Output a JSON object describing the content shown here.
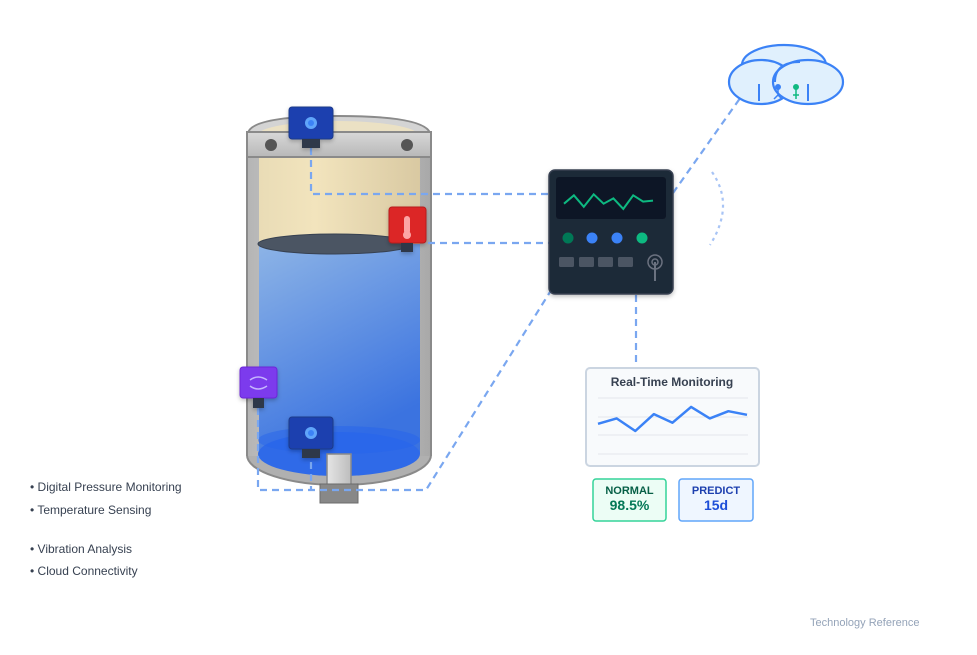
{
  "features": [
    "• Digital Pressure Monitoring",
    "• Temperature Sensing",
    "• Vibration Analysis",
    "• Cloud Connectivity"
  ],
  "monitor_panel": {
    "title": "Real-Time Monitoring",
    "trend": [
      0.45,
      0.6,
      0.25,
      0.72,
      0.48,
      0.92,
      0.6,
      0.8,
      0.7
    ]
  },
  "badges": {
    "normal": {
      "label": "NORMAL",
      "value": "98.5%",
      "color": "#059669"
    },
    "predict": {
      "label": "PREDICT",
      "value": "15d",
      "color": "#1e40af"
    }
  },
  "footer": "Technology Reference",
  "colors": {
    "connection": "#7aa7f0",
    "pressure_sensor": "#1e40af",
    "temperature_sensor": "#dc2626",
    "vibration_sensor": "#7c3aed",
    "cloud": "#3b82f6",
    "controller": "#1f2937"
  },
  "controller": {
    "waveform": [
      0.3,
      0.7,
      0.15,
      0.75,
      0.3,
      0.55,
      0.05,
      0.7,
      0.4,
      0.45
    ],
    "leds": [
      "#047857",
      "#3b82f6",
      "#3b82f6",
      "#10b981"
    ]
  }
}
